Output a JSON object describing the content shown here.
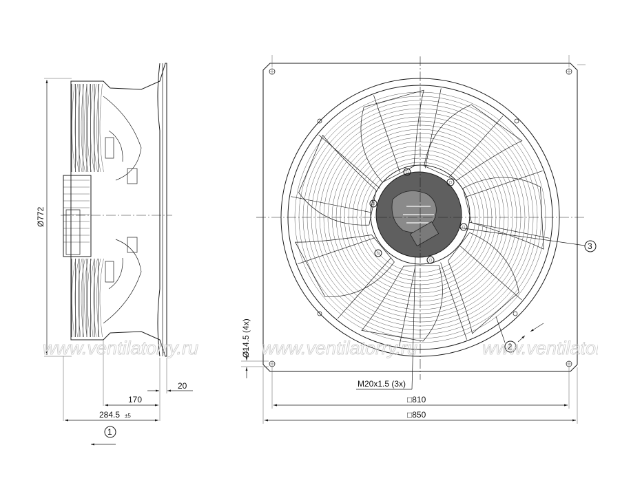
{
  "dimensions": {
    "diameter": "Ø772",
    "depth_total": "284.5",
    "depth_tolerance": "±5",
    "depth_motor": "170",
    "depth_flange": "20",
    "hole": "Ø14.5 (4x)",
    "square_inner": "□810",
    "square_outer": "□850",
    "thread": "M20x1.5 (3x)"
  },
  "callouts": [
    "1",
    "2",
    "3"
  ],
  "watermark": "www.ventilatorry.ru"
}
